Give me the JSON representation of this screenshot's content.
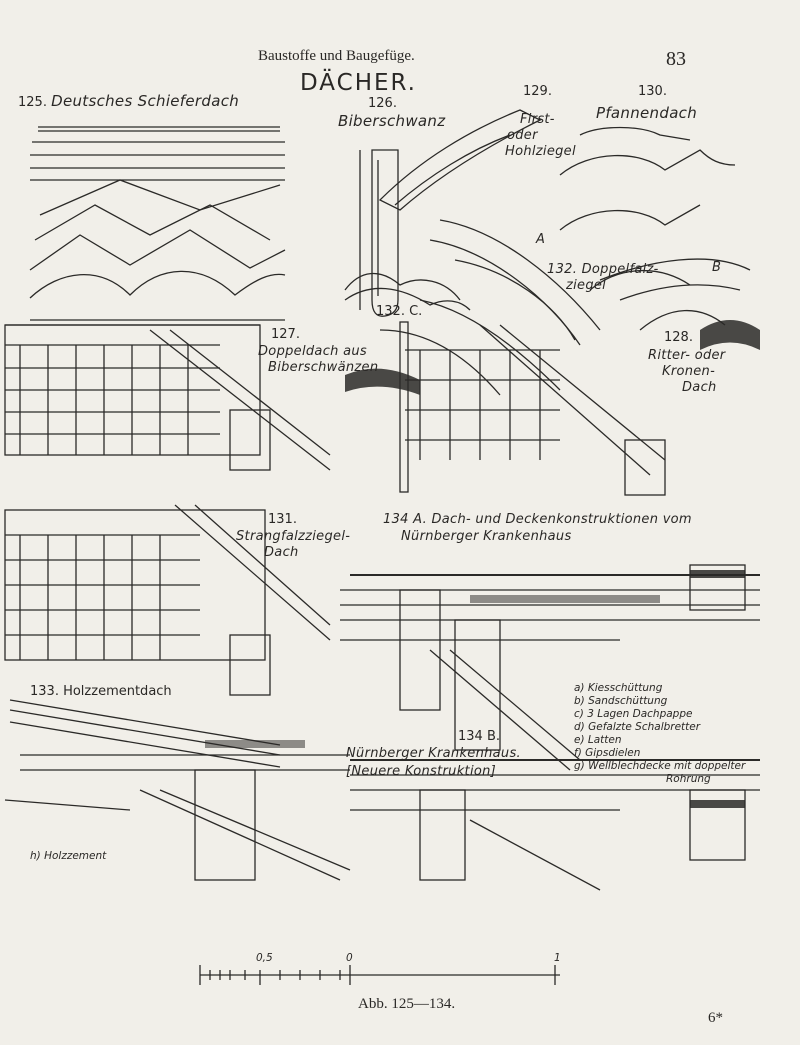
{
  "header": {
    "running_title": "Baustoffe und Baugefüge.",
    "page_number": "83"
  },
  "plate_title": "DÄCHER.",
  "figures": {
    "f125": {
      "num": "125.",
      "caption": "Deutsches Schieferdach"
    },
    "f126": {
      "num": "126.",
      "caption": "Biberschwanz"
    },
    "f129": {
      "num": "129.",
      "caption_line1": "First-",
      "caption_line2": "oder",
      "caption_line3": "Hohlziegel"
    },
    "f130": {
      "num": "130.",
      "caption": "Pfannendach"
    },
    "f132": {
      "caption_line1": "132. Doppelfalz-",
      "caption_line2": "ziegel",
      "mark_a": "A",
      "mark_b": "B"
    },
    "f132c": {
      "label": "132. C."
    },
    "f127": {
      "num": "127.",
      "caption_line1": "Doppeldach aus",
      "caption_line2": "Biberschwänzen"
    },
    "f128": {
      "num": "128.",
      "caption_line1": "Ritter- oder",
      "caption_line2": "Kronen-",
      "caption_line3": "Dach"
    },
    "f131": {
      "num": "131.",
      "caption_line1": "Strangfalzziegel-",
      "caption_line2": "Dach"
    },
    "f134a": {
      "caption_line1": "134 A. Dach- und Deckenkonstruktionen vom",
      "caption_line2": "Nürnberger Krankenhaus"
    },
    "f133": {
      "caption": "133. Holzzementdach",
      "label_h": "h) Holzzement"
    },
    "f134b": {
      "num": "134 B.",
      "caption_line1": "Nürnberger Krankenhaus.",
      "caption_line2": "[Neuere Konstruktion]"
    }
  },
  "legend": [
    "a) Kiesschüttung",
    "b) Sandschüttung",
    "c) 3 Lagen Dachpappe",
    "d) Gefalzte Schalbretter",
    "e) Latten",
    "f) Gipsdielen",
    "g) Wellblechdecke mit doppelter",
    "Rohrung"
  ],
  "scale": {
    "zero": "0",
    "half": "0,5",
    "one": "1"
  },
  "figure_caption": "Abb. 125—134.",
  "signature": "6*"
}
